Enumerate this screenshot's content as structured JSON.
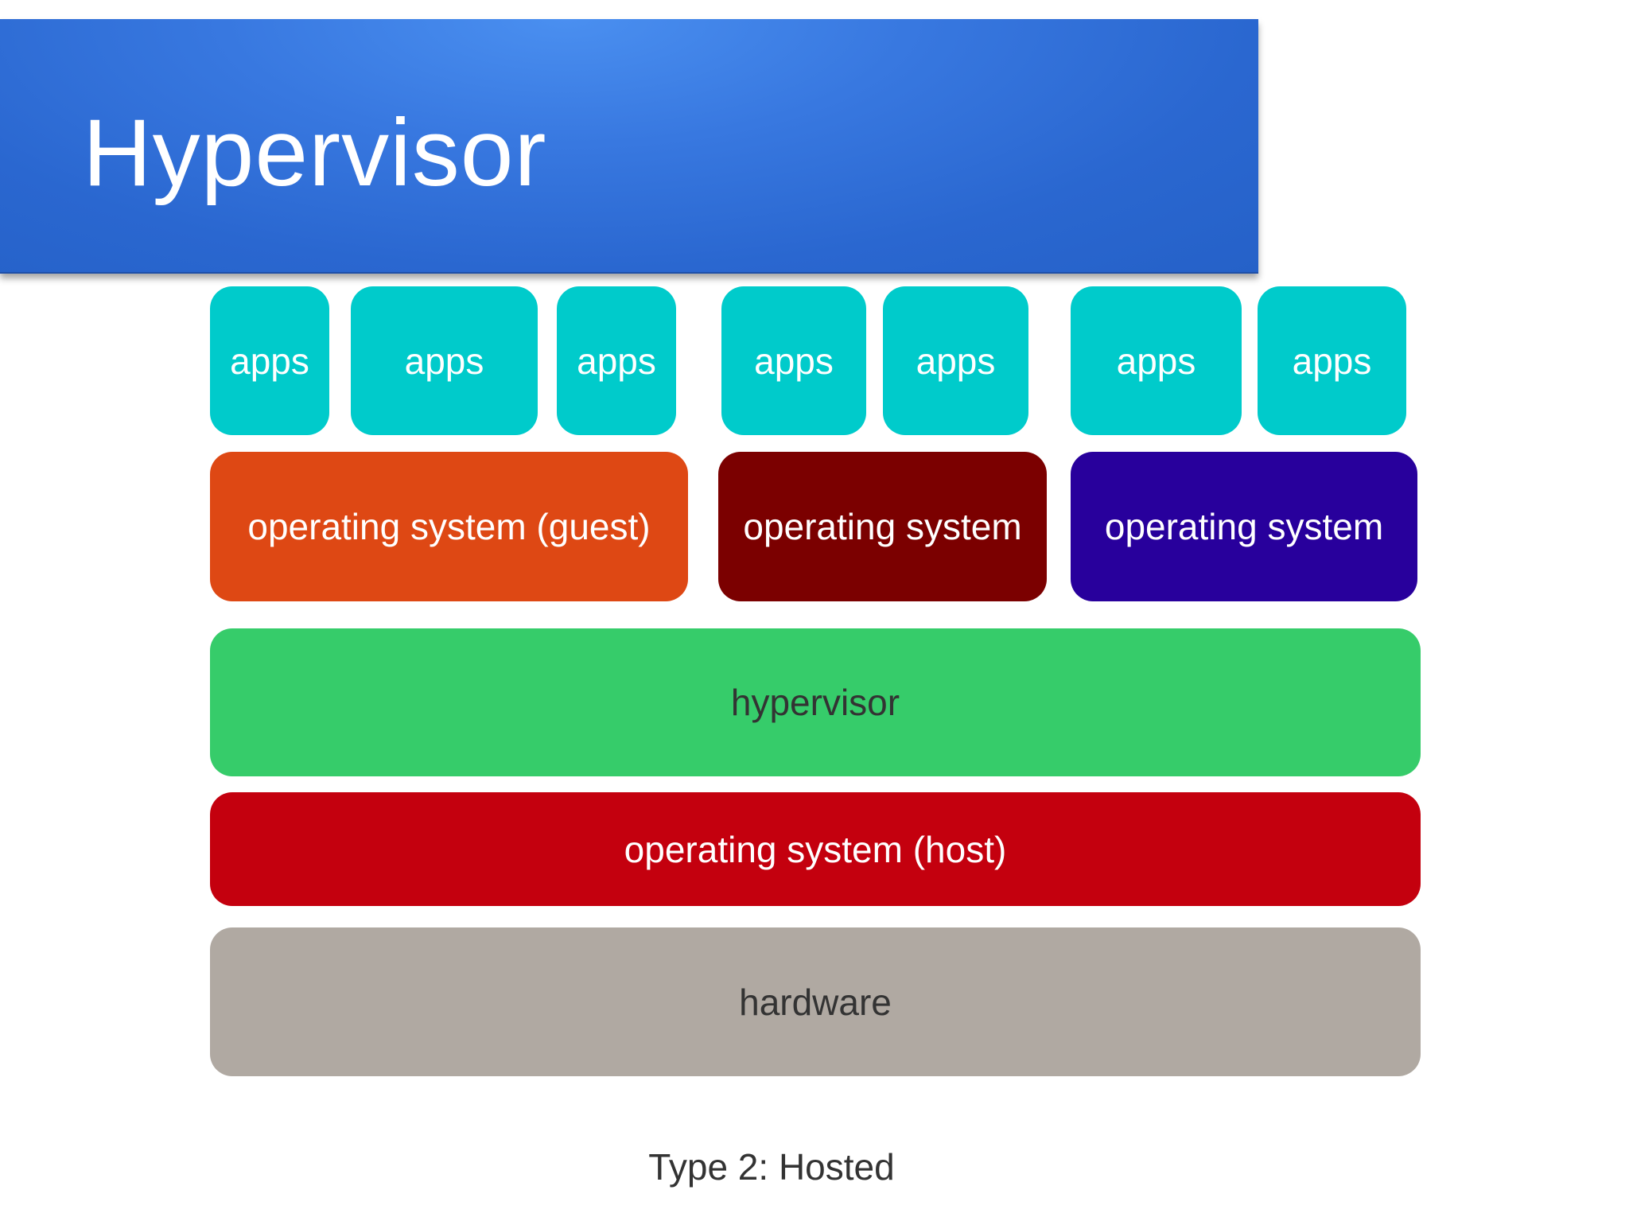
{
  "slide": {
    "title": "Hypervisor",
    "caption": "Type 2: Hosted"
  },
  "apps": [
    {
      "label": "apps"
    },
    {
      "label": "apps"
    },
    {
      "label": "apps"
    },
    {
      "label": "apps"
    },
    {
      "label": "apps"
    },
    {
      "label": "apps"
    },
    {
      "label": "apps"
    }
  ],
  "guest_systems": [
    {
      "label": "operating system (guest)",
      "color": "#de4814"
    },
    {
      "label": "operating system",
      "color": "#7b0000"
    },
    {
      "label": "operating system",
      "color": "#28009c"
    }
  ],
  "layers": {
    "hypervisor": {
      "label": "hypervisor",
      "color": "#36cc6a"
    },
    "host_os": {
      "label": "operating system (host)",
      "color": "#c4000e"
    },
    "hardware": {
      "label": "hardware",
      "color": "#b0a9a2"
    }
  },
  "colors": {
    "title_bar": "#2f6fd8",
    "apps": "#00cbcb"
  }
}
